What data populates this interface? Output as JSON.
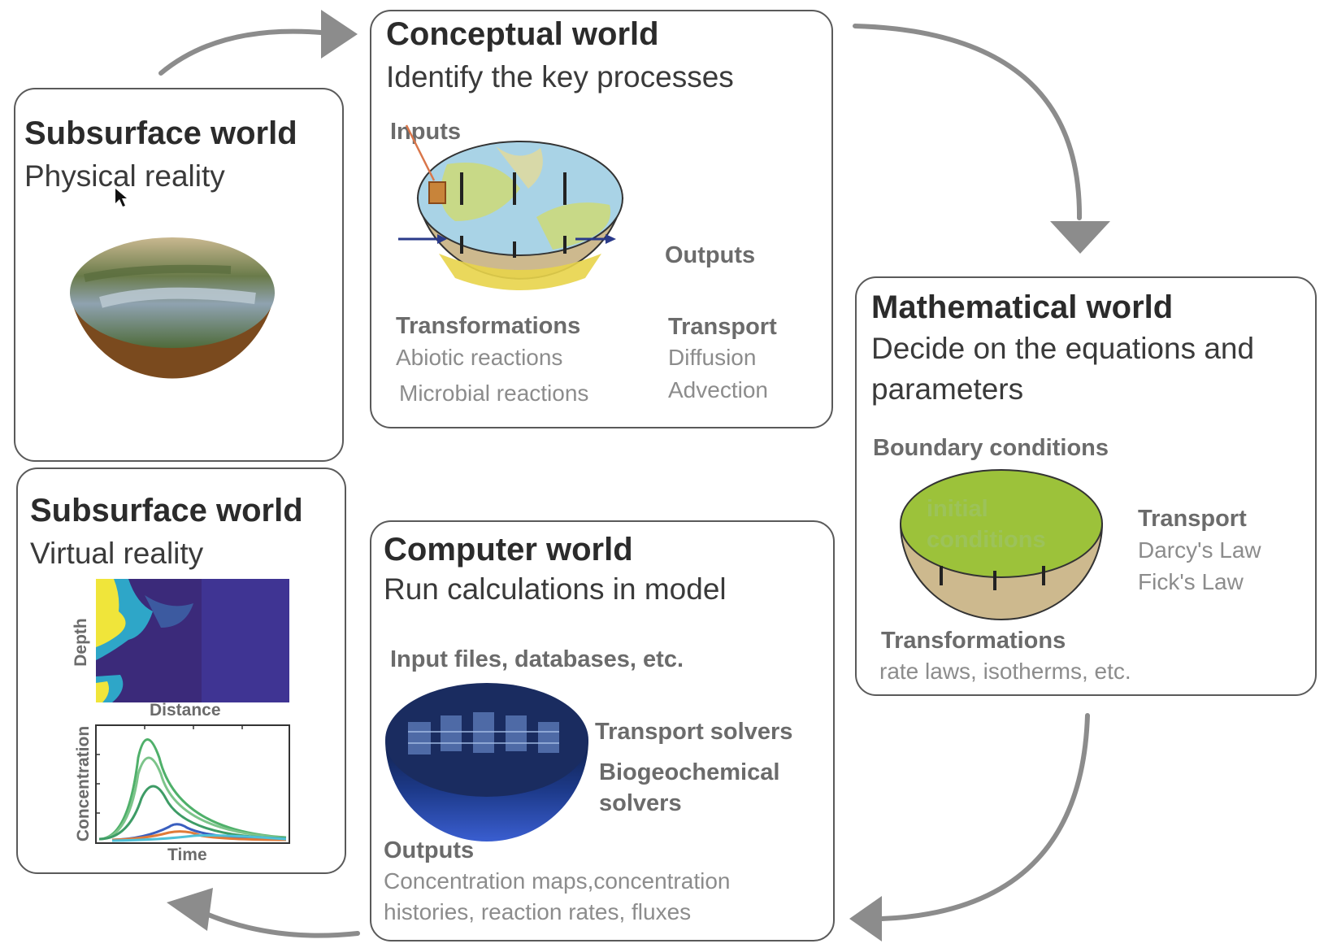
{
  "subsurface_physical": {
    "title": "Subsurface world",
    "subtitle": "Physical reality"
  },
  "conceptual": {
    "title": "Conceptual world",
    "subtitle": "Identify the key processes",
    "inputs": "Inputs",
    "outputs": "Outputs",
    "transformations": {
      "heading": "Transformations",
      "items": [
        "Abiotic reactions",
        "Microbial reactions"
      ]
    },
    "transport": {
      "heading": "Transport",
      "items": [
        "Diffusion",
        "Advection"
      ]
    }
  },
  "mathematical": {
    "title": "Mathematical world",
    "subtitle_line1": "Decide on the equations and",
    "subtitle_line2": "parameters",
    "boundary": "Boundary conditions",
    "initial_line1": "initial",
    "initial_line2": "conditions",
    "transport": {
      "heading": "Transport",
      "items": [
        "Darcy's Law",
        "Fick's Law"
      ]
    },
    "transformations": {
      "heading": "Transformations",
      "detail": "rate laws, isotherms, etc."
    }
  },
  "computer": {
    "title": "Computer world",
    "subtitle": "Run calculations in model",
    "inputs": "Input files, databases, etc.",
    "transport_solvers": "Transport solvers",
    "biogeo_line1": "Biogeochemical",
    "biogeo_line2": "solvers",
    "outputs": {
      "heading": "Outputs",
      "line1": "Concentration maps,concentration",
      "line2": "histories, reaction rates, fluxes"
    }
  },
  "subsurface_virtual": {
    "title": "Subsurface world",
    "subtitle": "Virtual reality",
    "map_ylabel": "Depth",
    "map_xlabel": "Distance",
    "plot_ylabel": "Concentration",
    "plot_xlabel": "Time"
  },
  "colors": {
    "border": "#5a5a5a",
    "arrow": "#8c8c8c",
    "green": "#9cc23a",
    "soil": "#7a4a1e",
    "navy": "#3b2a7a"
  }
}
